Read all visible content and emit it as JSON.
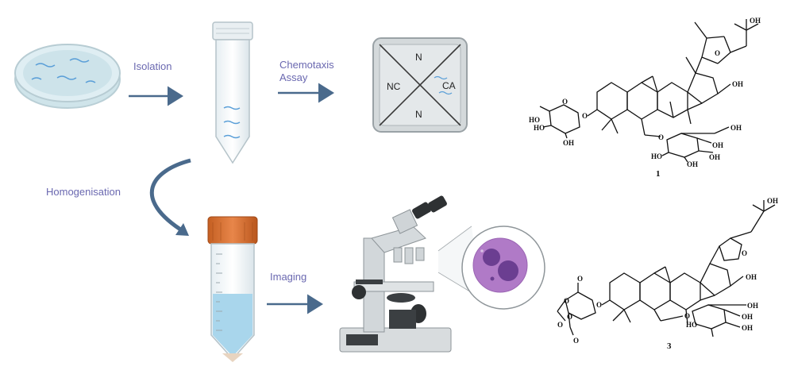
{
  "workflow": {
    "isolation_label": "Isolation",
    "chemotaxis_label_line1": "Chemotaxis",
    "chemotaxis_label_line2": "Assay",
    "homogenisation_label": "Homogenisation",
    "imaging_label": "Imaging"
  },
  "assay_plate": {
    "top": "N",
    "bottom": "N",
    "left": "NC",
    "right": "CA"
  },
  "compound_1": {
    "number": "1",
    "oh_top": "OH",
    "oh_right": "OH",
    "oh_sugar_right": "OH",
    "oh_a": "HO",
    "oh_b": "HO",
    "oh_c": "OH",
    "o_link": "O",
    "o_ring": "O",
    "o_link2": "O",
    "oh_d": "HO",
    "oh_e": "OH",
    "oh_f": "OH",
    "oh_g": "OH",
    "o_furan": "O"
  },
  "compound_3": {
    "number": "3",
    "oh_top": "OH",
    "oh_right": "OH",
    "o_furan": "O",
    "o_ring": "O",
    "o_link": "O",
    "o_ac1": "O",
    "o_ac2": "O",
    "o_ac3": "O",
    "o_ac4": "O",
    "o_link2": "O",
    "oh_a": "HO",
    "oh_b": "OH",
    "oh_c": "OH",
    "oh_d": "OH"
  },
  "colors": {
    "arrow": "#4a6a8c",
    "label": "#6a68b0",
    "water": "#5b9fd8",
    "cap": "#d9722e",
    "cell": "#b07ac7",
    "nucleus": "#6b3e91"
  }
}
